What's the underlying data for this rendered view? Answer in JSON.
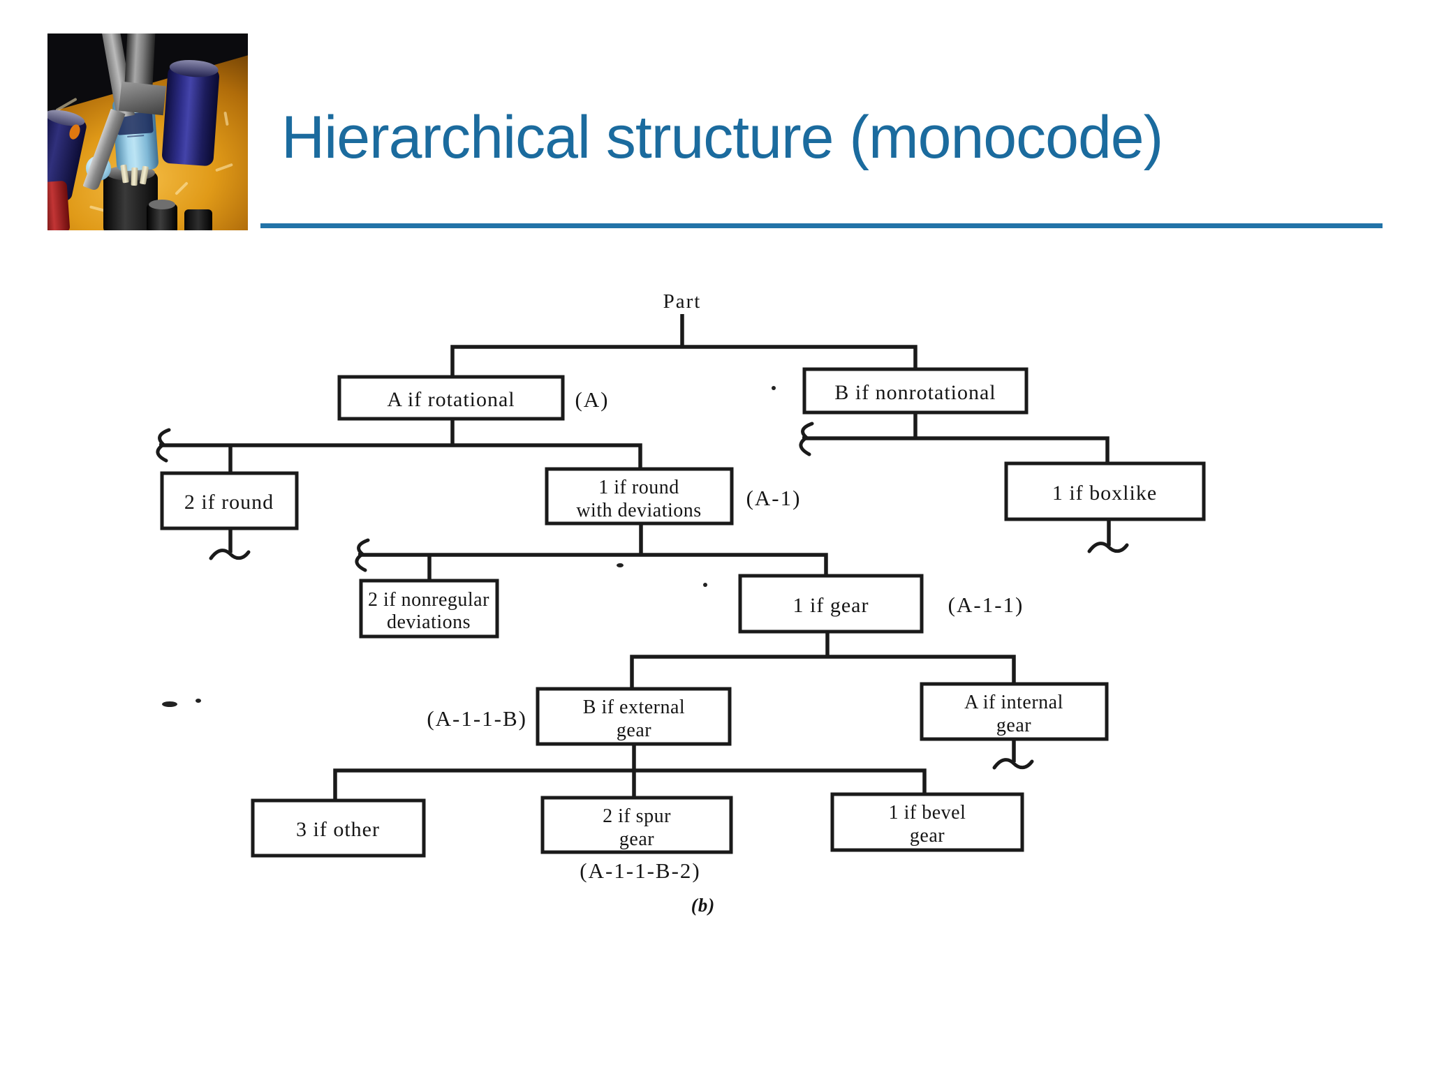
{
  "slide": {
    "title": "Hierarchical structure (monocode)",
    "title_color": "#1b6b9e",
    "rule_color": "#2273a8",
    "ink_color": "#1a1a1a",
    "background": "#ffffff"
  },
  "photo": {
    "description": "macro photograph of electronic components being placed on an orange printed circuit board"
  },
  "diagram": {
    "root_label": "Part",
    "figure_caption": "(b)",
    "boxes": {
      "rotational": {
        "line1": "A if rotational",
        "code": "(A)"
      },
      "nonrotational": {
        "line1": "B if nonrotational"
      },
      "round": {
        "line1": "2 if round"
      },
      "round_deviations": {
        "line1": "1 if round",
        "line2": "with deviations",
        "code": "(A-1)"
      },
      "boxlike": {
        "line1": "1 if boxlike"
      },
      "nonregular": {
        "line1": "2 if nonregular",
        "line2": "deviations"
      },
      "gear": {
        "line1": "1 if gear",
        "code": "(A-1-1)"
      },
      "external_gear": {
        "line1": "B if external",
        "line2": "gear",
        "code": "(A-1-1-B)"
      },
      "internal_gear": {
        "line1": "A if internal",
        "line2": "gear"
      },
      "other": {
        "line1": "3 if other"
      },
      "spur_gear": {
        "line1": "2 if spur",
        "line2": "gear",
        "code": "(A-1-1-B-2)"
      },
      "bevel_gear": {
        "line1": "1 if bevel",
        "line2": "gear"
      }
    },
    "edges": [
      [
        "Part",
        "A if rotational"
      ],
      [
        "Part",
        "B if nonrotational"
      ],
      [
        "A if rotational",
        "2 if round"
      ],
      [
        "A if rotational",
        "1 if round with deviations"
      ],
      [
        "B if nonrotational",
        "1 if boxlike"
      ],
      [
        "1 if round with deviations",
        "2 if nonregular deviations"
      ],
      [
        "1 if round with deviations",
        "1 if gear"
      ],
      [
        "1 if gear",
        "B if external gear"
      ],
      [
        "1 if gear",
        "A if internal gear"
      ],
      [
        "B if external gear",
        "3 if other"
      ],
      [
        "B if external gear",
        "2 if spur gear"
      ],
      [
        "B if external gear",
        "1 if bevel gear"
      ]
    ]
  }
}
